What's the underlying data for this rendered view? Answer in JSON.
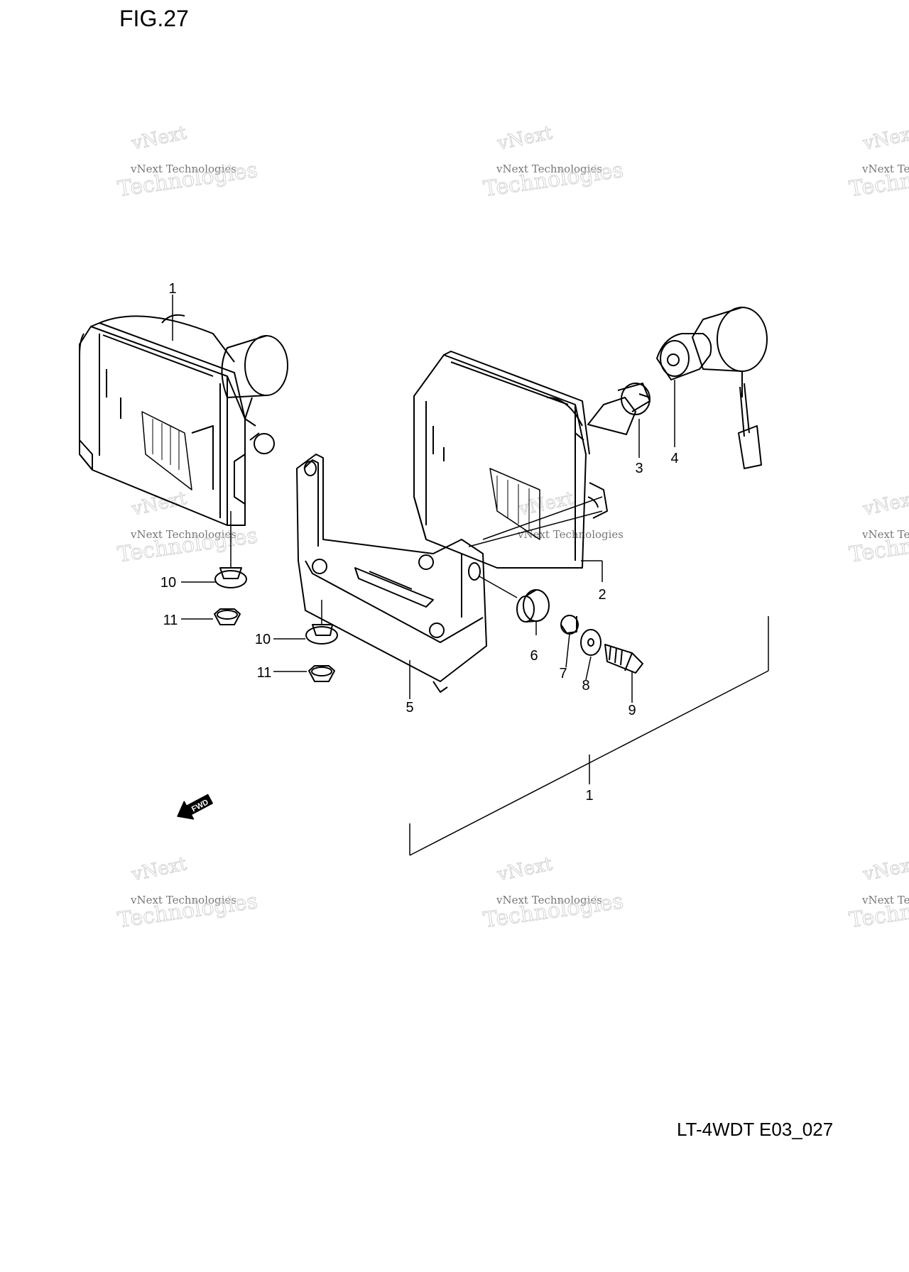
{
  "figure": {
    "title": "FIG.27",
    "code": "LT-4WDT E03_027"
  },
  "watermark": {
    "line1": "vNext",
    "line2": "vNext Technologies",
    "line3": "Technologies"
  },
  "fwd_label": "FWD",
  "callouts": [
    "1",
    "10",
    "11",
    "10",
    "11",
    "5",
    "2",
    "3",
    "4",
    "6",
    "7",
    "8",
    "9",
    "1"
  ]
}
